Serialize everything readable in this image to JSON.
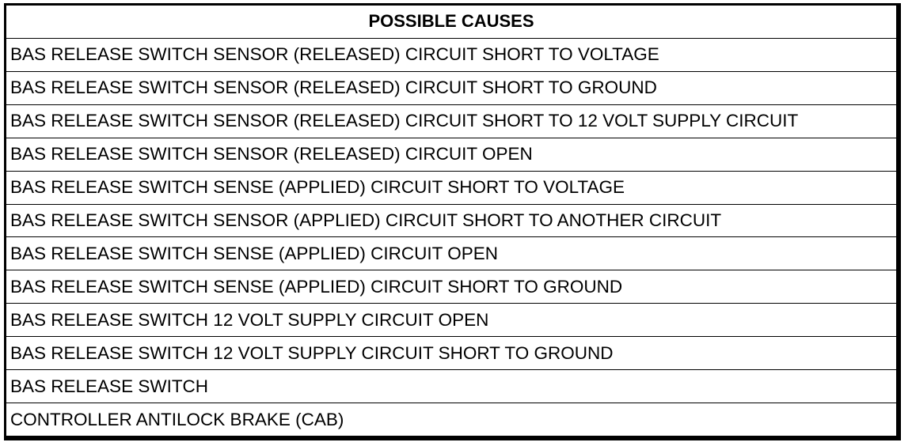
{
  "table": {
    "header": "POSSIBLE CAUSES",
    "rows": [
      "BAS RELEASE SWITCH SENSOR (RELEASED) CIRCUIT SHORT TO VOLTAGE",
      "BAS RELEASE SWITCH SENSOR (RELEASED) CIRCUIT SHORT TO GROUND",
      "BAS RELEASE SWITCH SENSOR (RELEASED) CIRCUIT SHORT TO 12 VOLT SUPPLY CIRCUIT",
      "BAS RELEASE SWITCH SENSOR (RELEASED) CIRCUIT OPEN",
      "BAS RELEASE SWITCH SENSE (APPLIED) CIRCUIT SHORT TO VOLTAGE",
      "BAS RELEASE SWITCH SENSOR (APPLIED) CIRCUIT SHORT TO ANOTHER CIRCUIT",
      "BAS RELEASE SWITCH SENSE (APPLIED) CIRCUIT OPEN",
      "BAS RELEASE SWITCH SENSE (APPLIED) CIRCUIT SHORT TO GROUND",
      "BAS RELEASE SWITCH 12 VOLT SUPPLY CIRCUIT OPEN",
      "BAS RELEASE SWITCH 12 VOLT SUPPLY CIRCUIT SHORT TO GROUND",
      "BAS RELEASE SWITCH",
      "CONTROLLER ANTILOCK BRAKE (CAB)"
    ]
  }
}
